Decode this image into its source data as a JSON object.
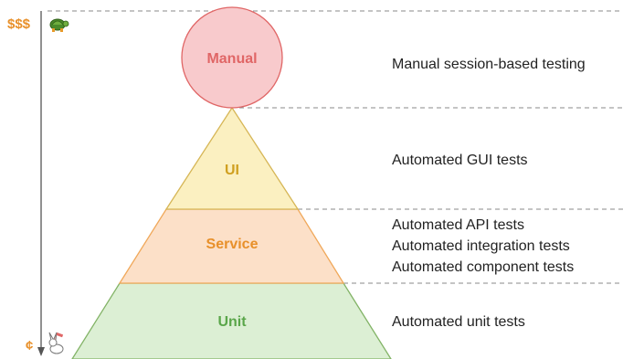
{
  "cost_axis": {
    "top_label": "$$$",
    "bottom_label": "¢"
  },
  "tiers": [
    {
      "name": "Manual",
      "description": [
        "Manual session-based testing"
      ],
      "fill": "#f8cacc",
      "stroke": "#e06666",
      "text_color": "#e06666"
    },
    {
      "name": "UI",
      "description": [
        "Automated GUI tests"
      ],
      "fill": "#fbf0c1",
      "stroke": "#d6b656",
      "text_color": "#d0a020"
    },
    {
      "name": "Service",
      "description": [
        "Automated API tests",
        "Automated integration tests",
        "Automated component tests"
      ],
      "fill": "#fce0c8",
      "stroke": "#f0a85a",
      "text_color": "#e8902a"
    },
    {
      "name": "Unit",
      "description": [
        "Automated unit tests"
      ],
      "fill": "#dcefd4",
      "stroke": "#82b366",
      "text_color": "#5aa64a"
    }
  ],
  "icons": {
    "top": "turtle-icon",
    "bottom": "rabbit-icon"
  }
}
